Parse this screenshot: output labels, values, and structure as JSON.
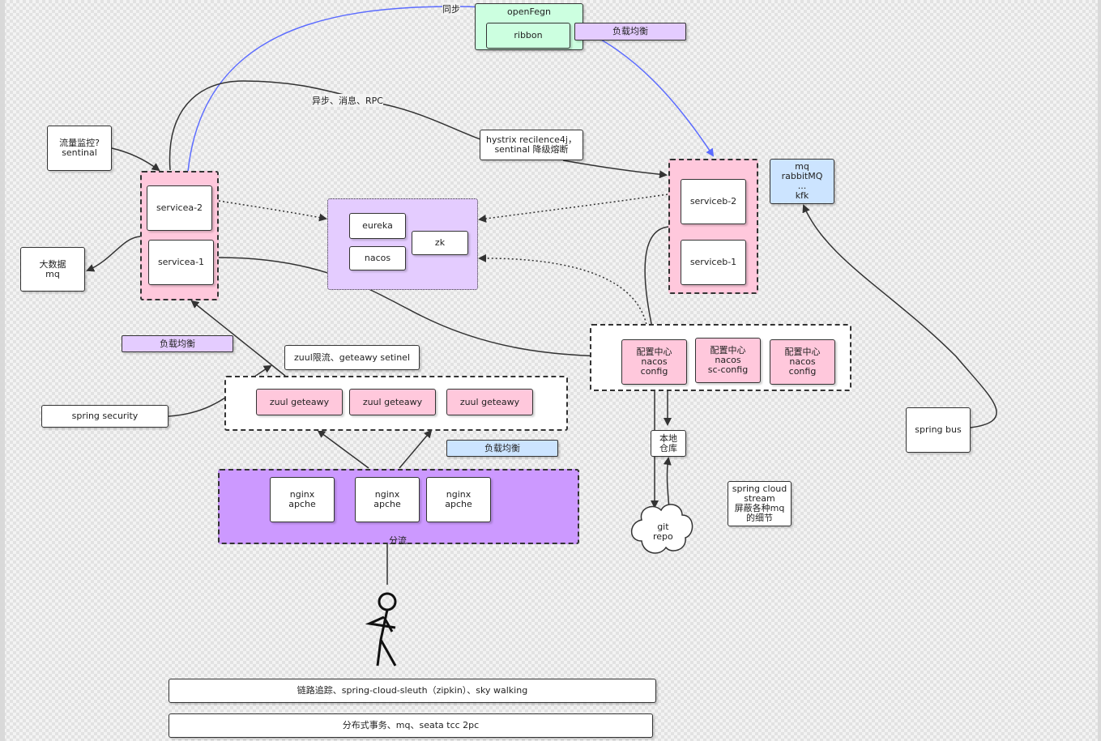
{
  "diagram": {
    "colors": {
      "service_group_fill": "#ffc8dc",
      "registry_fill": "#e4ccff",
      "nginx_group_fill": "#cc99ff",
      "openfeign_fill": "#ccffe0",
      "mq_fill": "#cce4ff",
      "sync_arrow": "#5b6bff",
      "line": "#333333"
    },
    "labels": {
      "sync": "同步",
      "async": "异步、消息、RPC",
      "shunt": "分流"
    },
    "boxes": {
      "openfeign": "openFegn",
      "ribbon": "ribbon",
      "lb_top": "负载均衡",
      "hystrix": "hystrix recilence4j，\nsentinal 降级熔断",
      "flow_monitor": "流量监控?\nsentinal",
      "servicea_2": "servicea-2",
      "servicea_1": "servicea-1",
      "bigdata": "大数据\nmq",
      "eureka": "eureka",
      "nacos": "nacos",
      "zk": "zk",
      "serviceb_2": "serviceb-2",
      "serviceb_1": "serviceb-1",
      "mq": "mq\nrabbitMQ\n...\nkfk",
      "lb_mid": "负载均衡",
      "zuul_limit": "zuul限流、geteawy setinel",
      "spring_security": "spring security",
      "zuul_1": "zuul geteawy",
      "zuul_2": "zuul geteawy",
      "zuul_3": "zuul geteawy",
      "lb_low": "负载均衡",
      "nginx_1": "nginx\napche",
      "nginx_2": "nginx\napche",
      "nginx_3": "nginx\napche",
      "config_1": "配置中心\nnacos\nconfig",
      "config_2": "配置中心\nnacos\nsc-config",
      "config_3": "配置中心\nnacos\nconfig",
      "local_repo": "本地\n仓库",
      "git_repo": "git\nrepo",
      "spring_cloud_stream": "spring cloud\nstream\n屏蔽各种mq\n的细节",
      "spring_bus": "spring bus",
      "tracing": "链路追踪、spring-cloud-sleuth（zipkin）、sky walking",
      "tx": "分布式事务、mq、seata tcc 2pc"
    }
  }
}
